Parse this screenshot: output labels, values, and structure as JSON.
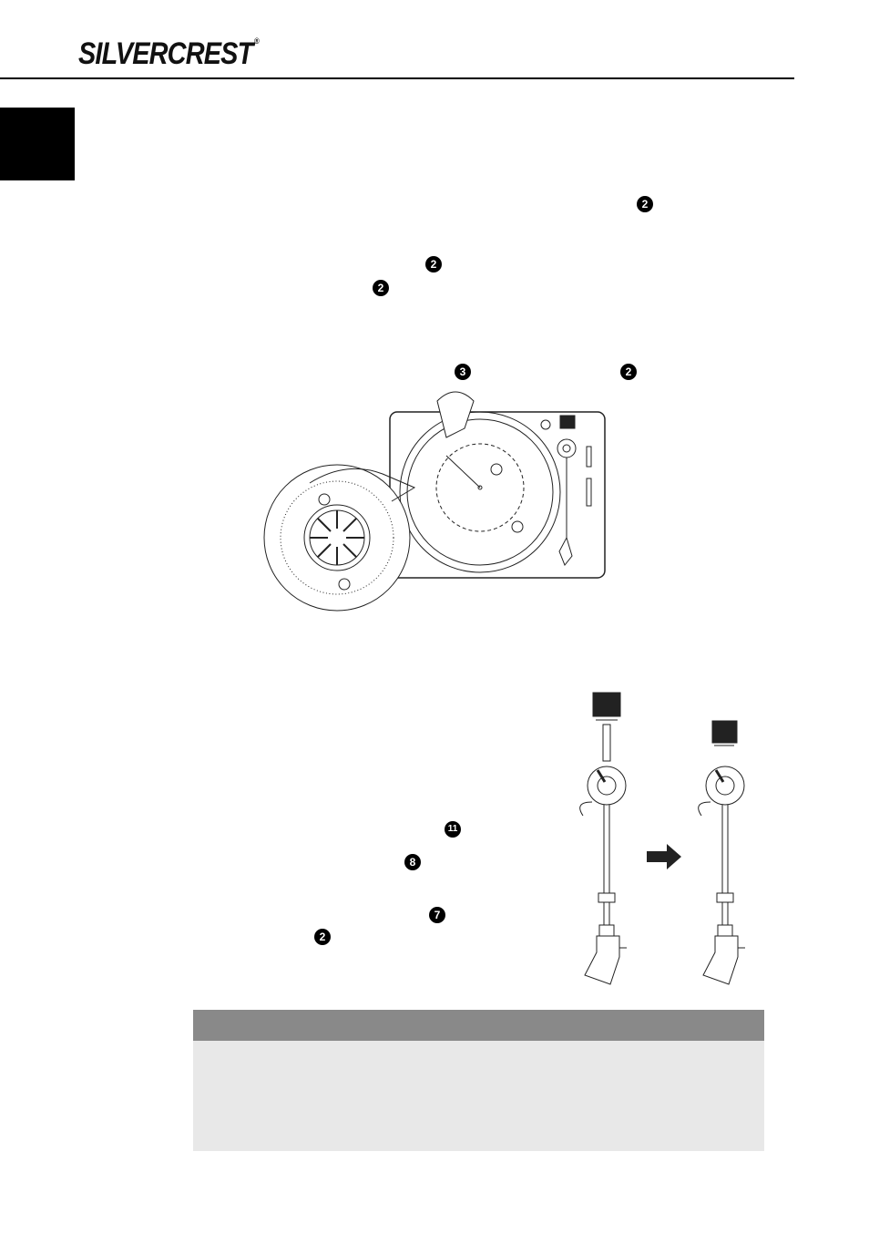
{
  "header": {
    "brand": "SilverCrest",
    "brand_display": "SILVERCREST",
    "registered": "®"
  },
  "badges": {
    "b1": "2",
    "b2": "2",
    "b3": "2",
    "b4": "3",
    "b5": "2",
    "b6": "11",
    "b7": "8",
    "b8": "7",
    "b9": "2"
  },
  "colors": {
    "note_header": "#898989",
    "note_body": "#e8e8e8"
  }
}
